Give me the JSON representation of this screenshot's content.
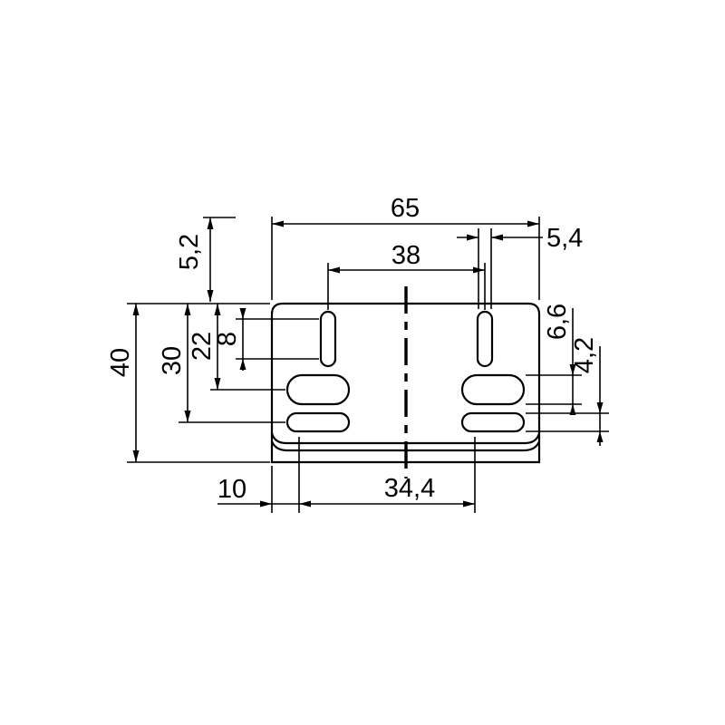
{
  "page": {
    "background": "#ffffff",
    "ink": "#000000",
    "drawing_type": "bracket-front-view-dimension-drawing"
  },
  "dim_labels": {
    "d65": "65",
    "d52": "5,2",
    "d54": "5,4",
    "d38": "38",
    "d66": "6,6",
    "d42": "4,2",
    "d8": "8",
    "d22": "22",
    "d30": "30",
    "d40": "40",
    "d10": "10",
    "d344": "34,4"
  }
}
